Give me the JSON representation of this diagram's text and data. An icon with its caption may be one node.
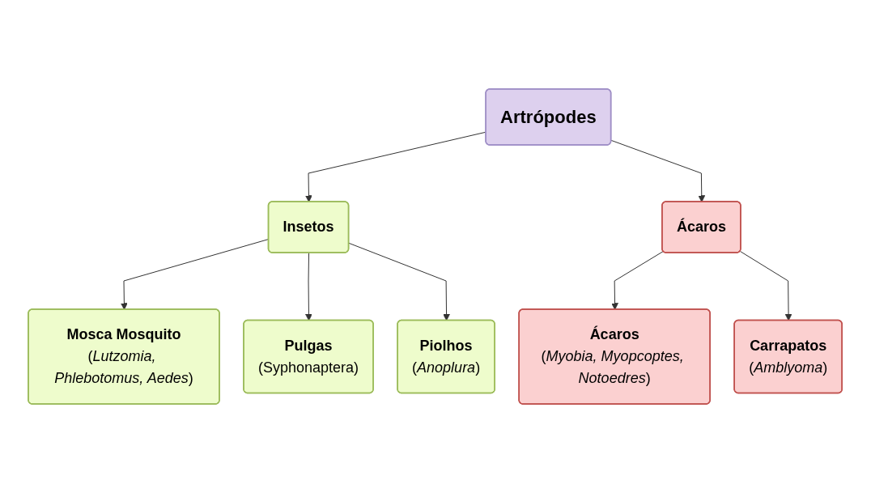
{
  "diagram": {
    "nodes": [
      {
        "text": [
          "Artrópodes"
        ]
      },
      {
        "text": [
          "Insetos"
        ]
      },
      {
        "text": [
          "Ácaros"
        ]
      },
      {
        "text": [
          "Mosca Mosquito",
          "(*Lutzomia, Phlebotomus, Aedes*)"
        ]
      },
      {
        "text": [
          "Pulgas",
          "(Syphonaptera)"
        ]
      },
      {
        "text": [
          "Piolhos",
          "(*Anoplura*)"
        ]
      },
      {
        "text": [
          "Ácaros",
          "(*Myobia, Myopcoptes, Notoedres*)"
        ]
      },
      {
        "text": [
          "Carrapatos",
          "(*Amblyoma*)"
        ]
      }
    ],
    "edges": [
      {
        "from": 0,
        "to": 1,
        "arrow": "to"
      },
      {
        "from": 0,
        "to": 2,
        "arrow": "to"
      },
      {
        "from": 1,
        "to": 3,
        "arrow": "to"
      },
      {
        "from": 1,
        "to": 4,
        "arrow": "to"
      },
      {
        "from": 1,
        "to": 5,
        "arrow": "to"
      },
      {
        "from": 2,
        "to": 6,
        "arrow": "to"
      },
      {
        "from": 2,
        "to": 7,
        "arrow": "to"
      }
    ]
  }
}
